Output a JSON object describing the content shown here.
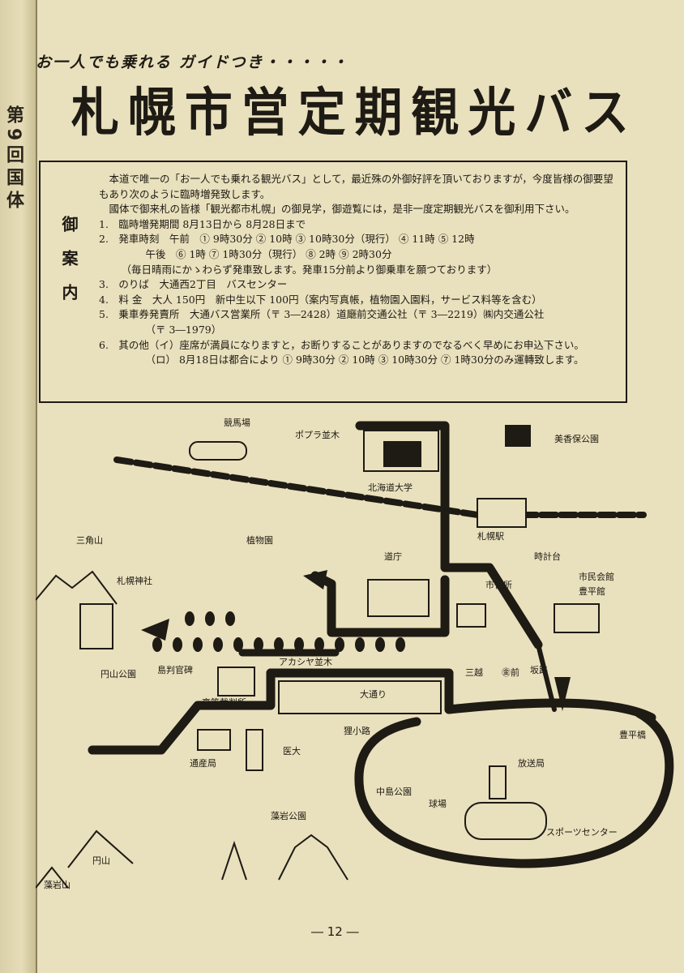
{
  "spine": {
    "text": "第9回国体"
  },
  "header": {
    "subtitle": "お一人でも乗れる ガイドつき・・・・・",
    "title": "札幌市営定期観光バス"
  },
  "guide": {
    "heading": "御案内",
    "intro": "本道で唯一の「お一人でも乗れる観光バス」として，最近殊の外御好評を頂いておりますが，今度皆様の御要望もあり次のように臨時増発致します。",
    "intro2": "國体で御来札の皆様「観光都市札幌」の御見学，御遊覧には，是非一度定期観光バスを御利用下さい。",
    "items": [
      "1.　臨時増発期間 8月13日から 8月28日まで",
      "2.　発車時刻　午前　① 9時30分 ② 10時 ③ 10時30分（現行） ④ 11時 ⑤ 12時",
      "午後　⑥ 1時 ⑦ 1時30分（現行） ⑧ 2時 ⑨ 2時30分",
      "（毎日晴雨にかゝわらず発車致します。発車15分前より御乗車を願つております）",
      "3.　のりば　大通西2丁目　バスセンター",
      "4.　料 金　大人 150円　新中生以下 100円（案内写真帳，植物園入園料，サービス料等を含む）",
      "5.　乗車券発賣所　大通バス営業所（〒 3―2428）道廰前交通公社（〒 3―2219）㈱内交通公社",
      "（〒 3―1979）",
      "6.　其の他（イ）座席が満員になりますと，お断りすることがありますのでなるべく早めにお申込下さい。",
      "（ロ） 8月18日は都合により ① 9時30分 ② 10時 ③ 10時30分 ⑦ 1時30分のみ運轉致します。"
    ]
  },
  "map": {
    "labels": {
      "horse_track": "競馬場",
      "poplar": "ポプラ並木",
      "hokudai": "北海道大学",
      "bihoro": "美香保公園",
      "sapporo_station": "札幌駅",
      "sankakuyama": "三角山",
      "botanical": "植物園",
      "dotyo": "道庁",
      "clock_tower": "時計台",
      "civic_hall": "市民会館",
      "hoheikan": "豊平館",
      "city_hall": "市役所",
      "shrine": "札幌神社",
      "akashiya": "アカシヤ並木",
      "mitsukoshi": "三越",
      "marui": "㊎前",
      "shimayoshi": "島判官碑",
      "high_court": "高等裁判所",
      "odori": "大通り",
      "maruyama_park": "円山公園",
      "tanuki": "狸小路",
      "hokudai_med": "医大",
      "tsusan": "通産局",
      "hoheibashi": "豊平橋",
      "broadcast": "放送局",
      "nakajima": "中島公園",
      "ballpark": "球場",
      "sports_center": "スポーツセンター",
      "moiwa_park": "藻岩公園",
      "maruyama": "円山",
      "moiwayama": "藻岩山",
      "ramp": "坂路"
    }
  },
  "page_number": "― 12 ―"
}
